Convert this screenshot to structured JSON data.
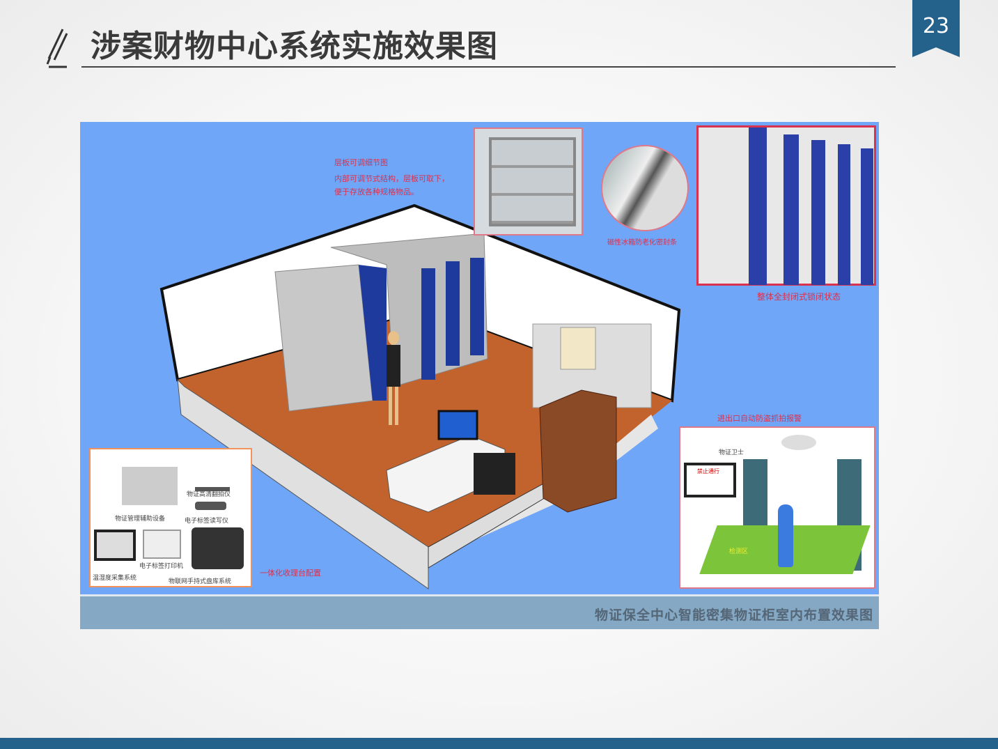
{
  "slide": {
    "title": "涉案财物中心系统实施效果图",
    "page_number": "23",
    "accent_color": "#24628c"
  },
  "figure": {
    "caption": "物证保全中心智能密集物证柜室内布置效果图",
    "shelf_detail": {
      "heading": "层板可调细节图",
      "line1": "内部可调节式结构，层板可取下，",
      "line2": "便于存放各种规格物品。"
    },
    "seal_label": "磁性冰箱防老化密封条",
    "locked_label": "整体全封闭式锁闭状态",
    "entrance": {
      "heading": "进出口自动防盗抓拍报警",
      "guard_label": "物证卫士",
      "screen_label": "禁止通行",
      "zone_label": "检测区"
    },
    "workstation": {
      "config_label": "一体化收理台配置",
      "items": [
        "物证管理辅助设备",
        "物证高清翻拍仪",
        "电子标签读写仪",
        "温湿度采集系统",
        "电子标签打印机",
        "物联网手持式盘库系统"
      ]
    }
  }
}
